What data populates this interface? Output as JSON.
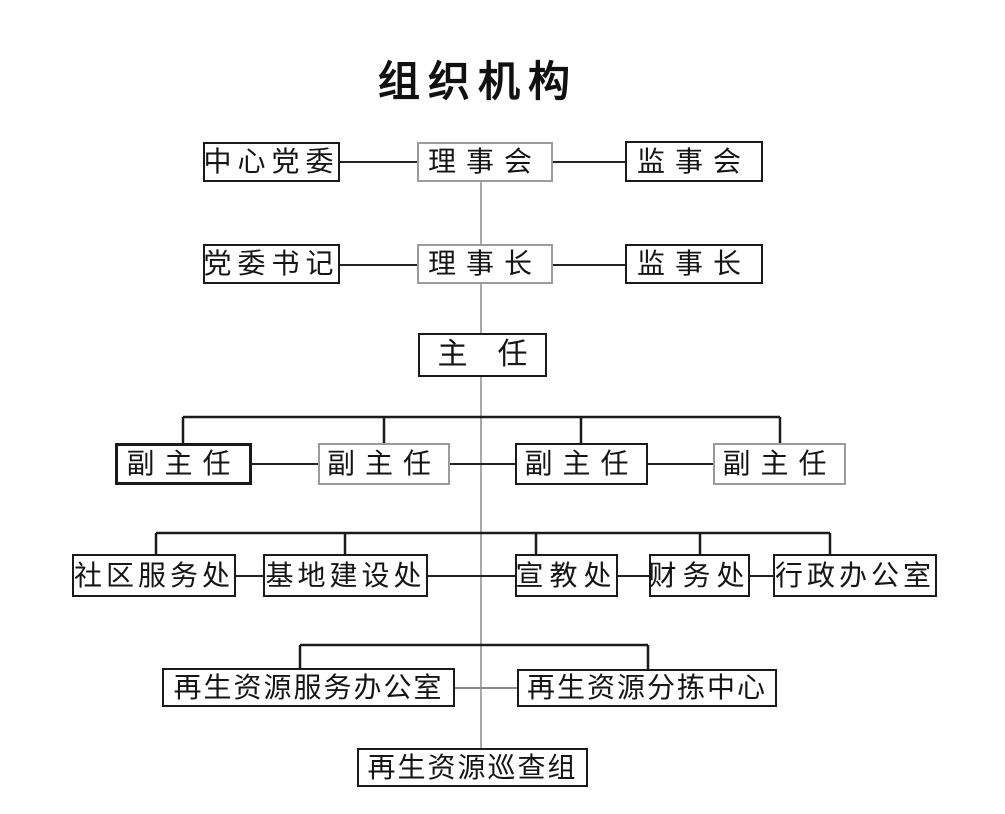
{
  "title": "组织机构",
  "colors": {
    "background": "#ffffff",
    "text": "#151515",
    "box_border_dark": "#1a1a1a",
    "box_border_gray": "#9b9b9b",
    "connector_dark": "#222222",
    "connector_gray": "#a8a8a8"
  },
  "nodes": {
    "center_party_committee": "中心党委",
    "council": "理事会",
    "supervisory_board": "监事会",
    "party_secretary": "党委书记",
    "council_chairman": "理事长",
    "chief_supervisor": "监事长",
    "director": "主　任",
    "deputy_directors": [
      "副主任",
      "副主任",
      "副主任",
      "副主任"
    ],
    "community_service_office": "社区服务处",
    "base_construction_office": "基地建设处",
    "publicity_education_office": "宣教处",
    "finance_office": "财务处",
    "administrative_office": "行政办公室",
    "recycling_service_office": "再生资源服务办公室",
    "recycling_sorting_center": "再生资源分拣中心",
    "recycling_inspection_team": "再生资源巡查组"
  }
}
